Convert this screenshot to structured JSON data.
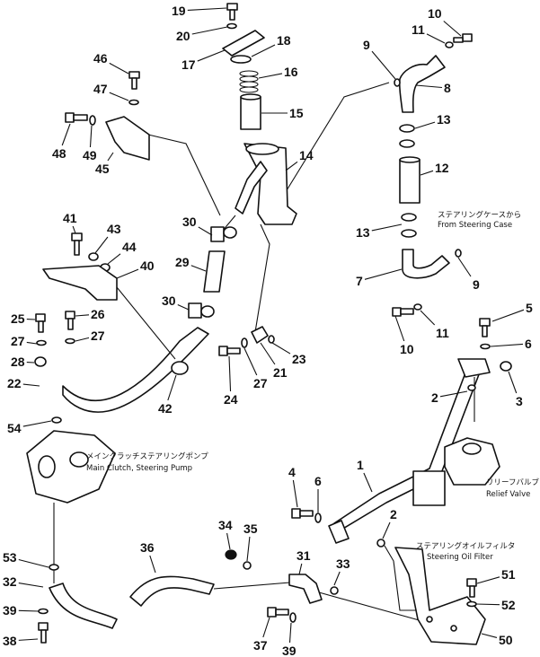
{
  "callouts": [
    {
      "id": "c19",
      "label": "19"
    },
    {
      "id": "c20",
      "label": "20"
    },
    {
      "id": "c18",
      "label": "18"
    },
    {
      "id": "c17",
      "label": "17"
    },
    {
      "id": "c16",
      "label": "16"
    },
    {
      "id": "c15",
      "label": "15"
    },
    {
      "id": "c14",
      "label": "14"
    },
    {
      "id": "c10a",
      "label": "10"
    },
    {
      "id": "c11a",
      "label": "11"
    },
    {
      "id": "c9a",
      "label": "9"
    },
    {
      "id": "c8",
      "label": "8"
    },
    {
      "id": "c13a",
      "label": "13"
    },
    {
      "id": "c12",
      "label": "12"
    },
    {
      "id": "c13b",
      "label": "13"
    },
    {
      "id": "c7",
      "label": "7"
    },
    {
      "id": "c9b",
      "label": "9"
    },
    {
      "id": "c10b",
      "label": "10"
    },
    {
      "id": "c11b",
      "label": "11"
    },
    {
      "id": "c46",
      "label": "46"
    },
    {
      "id": "c47",
      "label": "47"
    },
    {
      "id": "c48",
      "label": "48"
    },
    {
      "id": "c49",
      "label": "49"
    },
    {
      "id": "c45",
      "label": "45"
    },
    {
      "id": "c41",
      "label": "41"
    },
    {
      "id": "c43",
      "label": "43"
    },
    {
      "id": "c44",
      "label": "44"
    },
    {
      "id": "c40",
      "label": "40"
    },
    {
      "id": "c30a",
      "label": "30"
    },
    {
      "id": "c29",
      "label": "29"
    },
    {
      "id": "c30b",
      "label": "30"
    },
    {
      "id": "c25",
      "label": "25"
    },
    {
      "id": "c26",
      "label": "26"
    },
    {
      "id": "c27a",
      "label": "27"
    },
    {
      "id": "c27b",
      "label": "27"
    },
    {
      "id": "c28",
      "label": "28"
    },
    {
      "id": "c22",
      "label": "22"
    },
    {
      "id": "c42",
      "label": "42"
    },
    {
      "id": "c24",
      "label": "24"
    },
    {
      "id": "c27c",
      "label": "27"
    },
    {
      "id": "c21",
      "label": "21"
    },
    {
      "id": "c23",
      "label": "23"
    },
    {
      "id": "c54",
      "label": "54"
    },
    {
      "id": "c5",
      "label": "5"
    },
    {
      "id": "c6a",
      "label": "6"
    },
    {
      "id": "c3",
      "label": "3"
    },
    {
      "id": "c2a",
      "label": "2"
    },
    {
      "id": "c1",
      "label": "1"
    },
    {
      "id": "c4",
      "label": "4"
    },
    {
      "id": "c6b",
      "label": "6"
    },
    {
      "id": "c2b",
      "label": "2"
    },
    {
      "id": "c34",
      "label": "34"
    },
    {
      "id": "c35",
      "label": "35"
    },
    {
      "id": "c36",
      "label": "36"
    },
    {
      "id": "c31",
      "label": "31"
    },
    {
      "id": "c33",
      "label": "33"
    },
    {
      "id": "c51",
      "label": "51"
    },
    {
      "id": "c52",
      "label": "52"
    },
    {
      "id": "c50",
      "label": "50"
    },
    {
      "id": "c53",
      "label": "53"
    },
    {
      "id": "c32",
      "label": "32"
    },
    {
      "id": "c39a",
      "label": "39"
    },
    {
      "id": "c38",
      "label": "38"
    },
    {
      "id": "c37",
      "label": "37"
    },
    {
      "id": "c39b",
      "label": "39"
    }
  ],
  "annotations": [
    {
      "id": "steering-case-jp",
      "text": "ステアリングケースから"
    },
    {
      "id": "steering-case-en",
      "text": "From Steering Case"
    },
    {
      "id": "pump-jp",
      "text": "メインクラッチステアリングポンプ"
    },
    {
      "id": "pump-en",
      "text": "Main Clutch, Steering Pump"
    },
    {
      "id": "relief-jp",
      "text": "リリーフバルブ"
    },
    {
      "id": "relief-en",
      "text": "Relief Valve"
    },
    {
      "id": "filter-jp",
      "text": "ステアリングオイルフィルタ"
    },
    {
      "id": "filter-en",
      "text": "Steering Oil Filter"
    }
  ]
}
